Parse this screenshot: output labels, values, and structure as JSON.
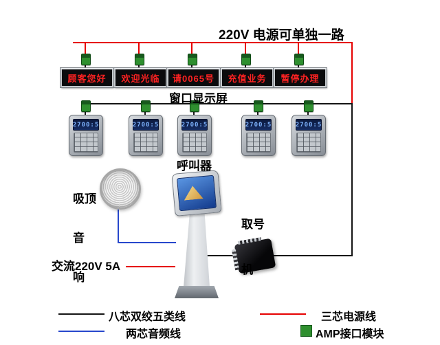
{
  "labels": {
    "top_power": "220V 电源可单独一路",
    "window_display": "窗口显示屏",
    "caller": "呼叫器",
    "speaker": [
      "吸顶",
      "音",
      "响"
    ],
    "kiosk": [
      "取号",
      "机"
    ],
    "ac_power": "交流220V 5A"
  },
  "displays": [
    {
      "text": "顾客您好"
    },
    {
      "text": "欢迎光临"
    },
    {
      "text": "请0065号"
    },
    {
      "text": "充值业务"
    },
    {
      "text": "暂停办理"
    }
  ],
  "callers": [
    {
      "lcd": "2700:5"
    },
    {
      "lcd": "2700:5"
    },
    {
      "lcd": "2700:5"
    },
    {
      "lcd": "2700:5"
    },
    {
      "lcd": "2700:5"
    }
  ],
  "legend": {
    "cat5_label": "八芯双绞五类线",
    "power_label": "三芯电源线",
    "audio_label": "两芯音频线",
    "amp_label": "AMP接口模块"
  },
  "colors": {
    "power_line": "#e60000",
    "data_line": "#141414",
    "audio_line": "#2747cc",
    "amp_module_green": "#2f8f2f",
    "led_text_red": "#ff2222",
    "lcd_text_blue": "#7fb4ff"
  }
}
